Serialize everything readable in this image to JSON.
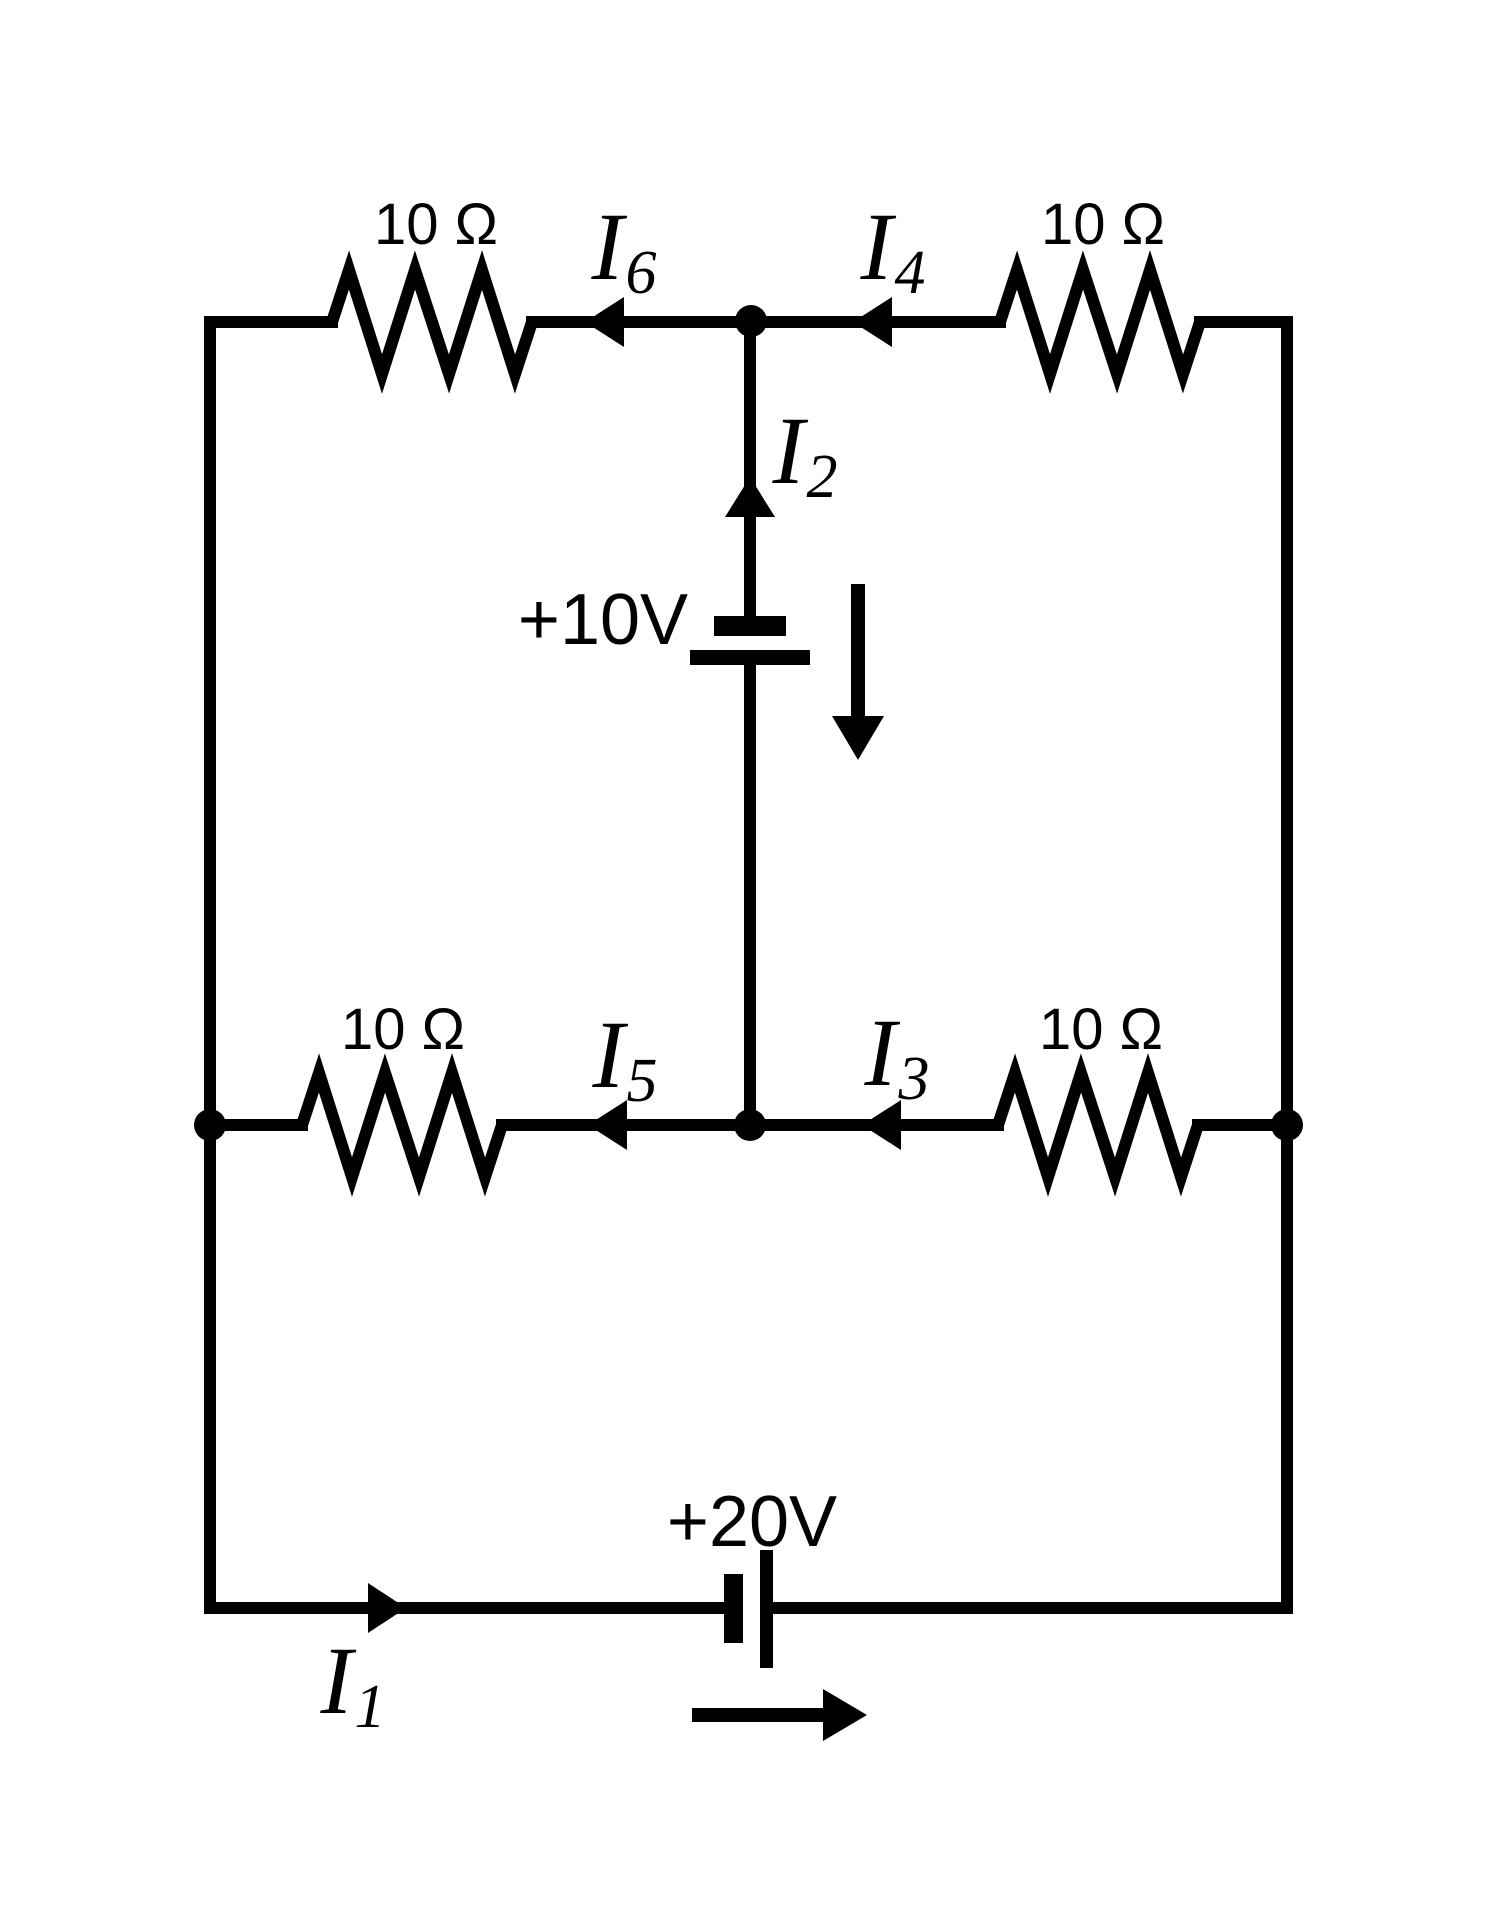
{
  "circuit": {
    "description": "Two-loop resistor network with two batteries and six labeled branch currents",
    "resistors": [
      {
        "id": "R-top-left",
        "label": "10 Ω"
      },
      {
        "id": "R-top-right",
        "label": "10 Ω"
      },
      {
        "id": "R-mid-left",
        "label": "10 Ω"
      },
      {
        "id": "R-mid-right",
        "label": "10 Ω"
      }
    ],
    "sources": [
      {
        "id": "V-middle",
        "label": "+10V",
        "arrow_direction": "down"
      },
      {
        "id": "V-bottom",
        "label": "+20V",
        "arrow_direction": "right"
      }
    ],
    "currents": [
      {
        "id": "I1",
        "symbol": "I",
        "sub": "1",
        "direction": "right"
      },
      {
        "id": "I2",
        "symbol": "I",
        "sub": "2",
        "direction": "up"
      },
      {
        "id": "I3",
        "symbol": "I",
        "sub": "3",
        "direction": "left"
      },
      {
        "id": "I4",
        "symbol": "I",
        "sub": "4",
        "direction": "left"
      },
      {
        "id": "I5",
        "symbol": "I",
        "sub": "5",
        "direction": "left"
      },
      {
        "id": "I6",
        "symbol": "I",
        "sub": "6",
        "direction": "left"
      }
    ]
  }
}
